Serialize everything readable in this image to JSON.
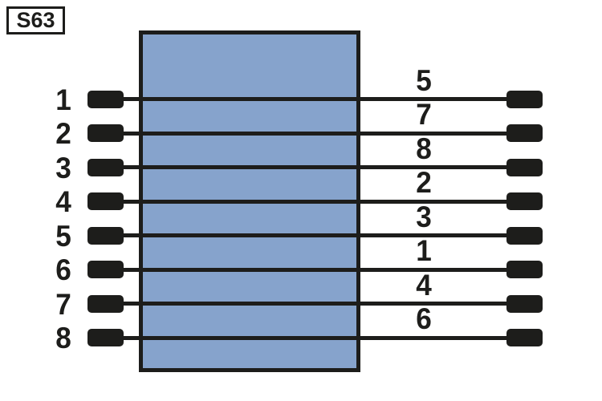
{
  "title": "S63",
  "colors": {
    "block_fill": "#86a3cc",
    "ink": "#1d1d1b",
    "background": "#ffffff"
  },
  "connector": {
    "description": "wiring-pinout-block",
    "left_pin_count": 8,
    "right_pin_count": 8,
    "rows": [
      {
        "left": "1",
        "right": "5"
      },
      {
        "left": "2",
        "right": "7"
      },
      {
        "left": "3",
        "right": "8"
      },
      {
        "left": "4",
        "right": "2"
      },
      {
        "left": "5",
        "right": "3"
      },
      {
        "left": "6",
        "right": "1"
      },
      {
        "left": "7",
        "right": "4"
      },
      {
        "left": "8",
        "right": "6"
      }
    ]
  }
}
